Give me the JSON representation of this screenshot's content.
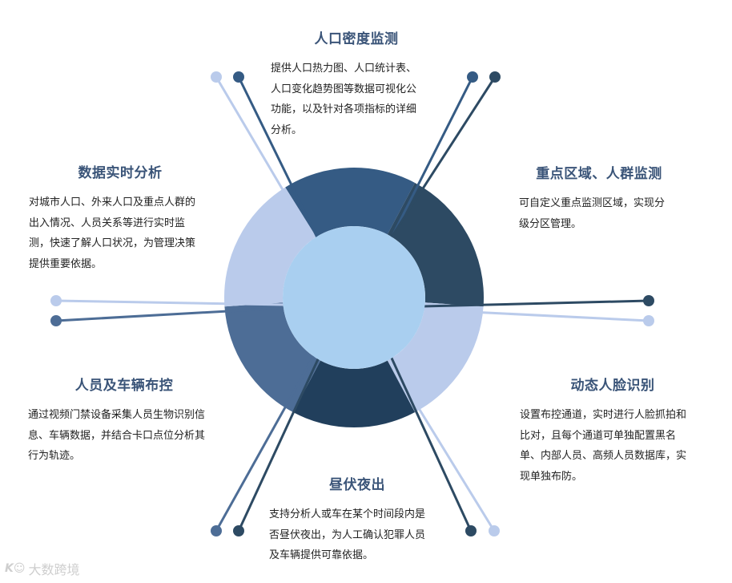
{
  "colors": {
    "hub": "#a9cff0",
    "segments": [
      "#355b84",
      "#2d4a63",
      "#bacbeb",
      "#213f5c",
      "#4d6d96",
      "#bacbeb"
    ],
    "spokes": {
      "light": "#bacbeb",
      "dark": "#2d4a63",
      "mid": "#355b84",
      "steel": "#4d6d96"
    },
    "heading": "#3a5478",
    "body": "#222222"
  },
  "blocks": [
    {
      "key": "density",
      "title": "人口密度监测",
      "lines": [
        "提供人口热力图、人口统计表、",
        "人口变化趋势图等数据可视化公",
        "功能，以及针对各项指标的详细",
        "分析。"
      ]
    },
    {
      "key": "key_area",
      "title": "重点区域、人群监测",
      "lines": [
        "可自定义重点监测区域，实现分",
        "级分区管理。"
      ]
    },
    {
      "key": "face",
      "title": "动态人脸识别",
      "lines": [
        "设置布控通道，实时进行人脸抓拍和",
        "比对，且每个通道可单独配置黑名",
        "单、内部人员、高频人员数据库，实",
        "现单独布防。"
      ]
    },
    {
      "key": "night",
      "title": "昼伏夜出",
      "lines": [
        "支持分析人或车在某个时间段内是",
        "否昼伏夜出，为人工确认犯罪人员",
        "及车辆提供可靠依据。"
      ]
    },
    {
      "key": "vehicle",
      "title": "人员及车辆布控",
      "lines": [
        "通过视频门禁设备采集人员生物识别信",
        "息、车辆数据，并结合卡口点位分析其",
        "行为轨迹。"
      ]
    },
    {
      "key": "realtime",
      "title": "数据实时分析",
      "lines": [
        "对城市人口、外来人口及重点人群的",
        "出入情况、人员关系等进行实时监",
        "测，快速了解人口状况，为管理决策",
        "提供重要依据。"
      ]
    }
  ],
  "watermark": {
    "text": "大数跨境"
  }
}
